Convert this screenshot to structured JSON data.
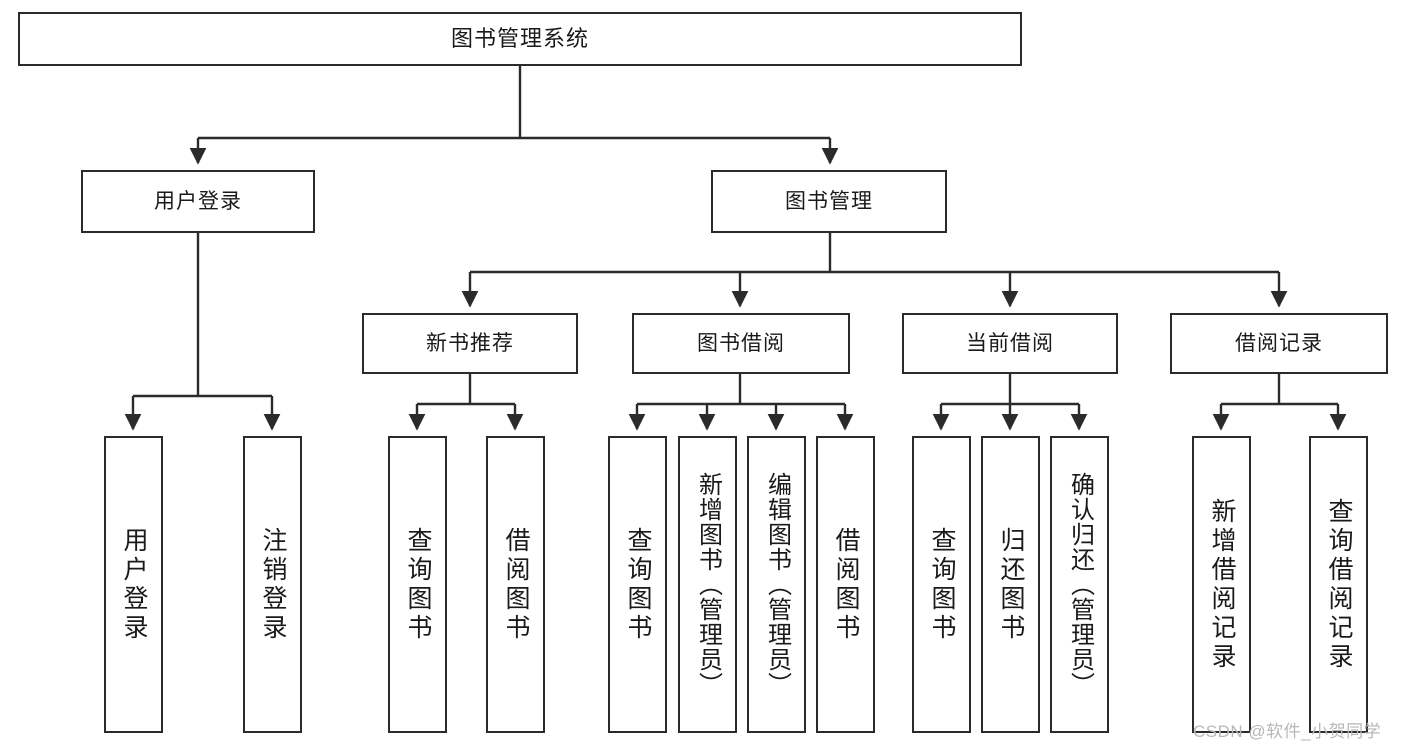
{
  "diagram": {
    "title": "图书管理系统",
    "type": "tree-hierarchy",
    "watermark": "CSDN @软件_小贺同学",
    "colors": {
      "box_border": "#2b2b2b",
      "box_fill": "#ffffff",
      "connector": "#2b2b2b",
      "text": "#1a1a1a",
      "watermark": "#b8b8b8"
    },
    "root": {
      "label": "图书管理系统"
    },
    "level2": [
      {
        "label": "用户登录"
      },
      {
        "label": "图书管理"
      }
    ],
    "level3": [
      {
        "label": "新书推荐"
      },
      {
        "label": "图书借阅"
      },
      {
        "label": "当前借阅"
      },
      {
        "label": "借阅记录"
      }
    ],
    "leaves": {
      "user_login": [
        {
          "label": "用户登录"
        },
        {
          "label": "注销登录"
        }
      ],
      "new_book_recommend": [
        {
          "label": "查询图书"
        },
        {
          "label": "借阅图书"
        }
      ],
      "book_borrow": [
        {
          "label": "查询图书"
        },
        {
          "label": "新增图书（管理员）"
        },
        {
          "label": "编辑图书（管理员）"
        },
        {
          "label": "借阅图书"
        }
      ],
      "current_borrow": [
        {
          "label": "查询图书"
        },
        {
          "label": "归还图书"
        },
        {
          "label": "确认归还（管理员）"
        }
      ],
      "borrow_records": [
        {
          "label": "新增借阅记录"
        },
        {
          "label": "查询借阅记录"
        }
      ]
    }
  }
}
